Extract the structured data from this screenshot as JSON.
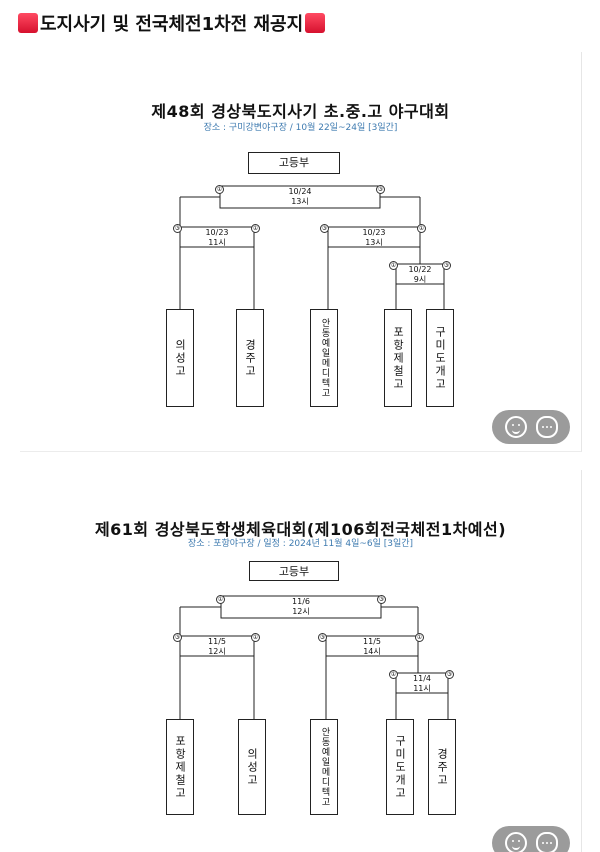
{
  "heading": {
    "text": "도지사기  및 전국체전1차전 재공지"
  },
  "posters": [
    {
      "title": "제48회 경상북도지사기 초.중.고 야구대회",
      "subtitle": "장소 : 구미강변야구장 / 10월 22일~24일 [3일간]",
      "division": "고등부",
      "matches": [
        {
          "date": "10/24",
          "time": "13시"
        },
        {
          "date": "10/23",
          "time": "11시"
        },
        {
          "date": "10/23",
          "time": "13시"
        },
        {
          "date": "10/22",
          "time": "9시"
        }
      ],
      "seeds": [
        "①",
        "③",
        "③",
        "①",
        "③",
        "①",
        "①",
        "③"
      ],
      "teams": [
        "의성고",
        "경주고",
        "안동예일메디텍고",
        "포항제철고",
        "구미도개고"
      ]
    },
    {
      "title": "제61회 경상북도학생체육대회(제106회전국체전1차예선)",
      "subtitle": "장소 : 포항야구장  / 일정 :  2024년 11월 4일~6일 [3일간]",
      "division": "고등부",
      "matches": [
        {
          "date": "11/6",
          "time": "12시"
        },
        {
          "date": "11/5",
          "time": "12시"
        },
        {
          "date": "11/5",
          "time": "14시"
        },
        {
          "date": "11/4",
          "time": "11시"
        }
      ],
      "seeds": [
        "①",
        "③",
        "③",
        "①",
        "③",
        "①",
        "①",
        "③"
      ],
      "teams": [
        "포항제철고",
        "의성고",
        "안동예일메디텍고",
        "구미도개고",
        "경주고"
      ]
    }
  ],
  "fab": {
    "icons": [
      "smile-icon",
      "chat-bubble-icon"
    ]
  }
}
